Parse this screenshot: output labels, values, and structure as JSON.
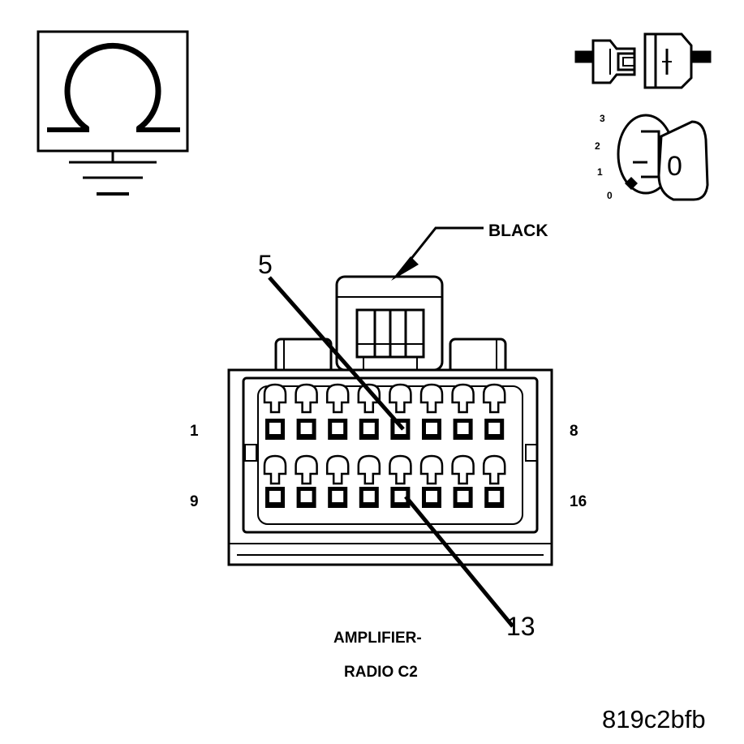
{
  "colors": {
    "ink": "#000000",
    "background": "#ffffff"
  },
  "icons": {
    "ohmmeter": "ohm-meter-icon",
    "ground": "ground-icon",
    "connector_disconnected": "disconnected-connector-icon",
    "ignition": "ignition-key-off-icon"
  },
  "ignition": {
    "positions": [
      "3",
      "2",
      "1",
      "0"
    ],
    "key_label": "0"
  },
  "connector": {
    "color_label": "BLACK",
    "pin_labels": {
      "top_left": "1",
      "top_right": "8",
      "bottom_left": "9",
      "bottom_right": "16"
    },
    "probe_pins": {
      "upper": "5",
      "lower": "13"
    },
    "name_line1": "AMPLIFIER-",
    "name_line2": "RADIO C2",
    "pins_per_row": 8
  },
  "figure_id": "819c2bfb"
}
